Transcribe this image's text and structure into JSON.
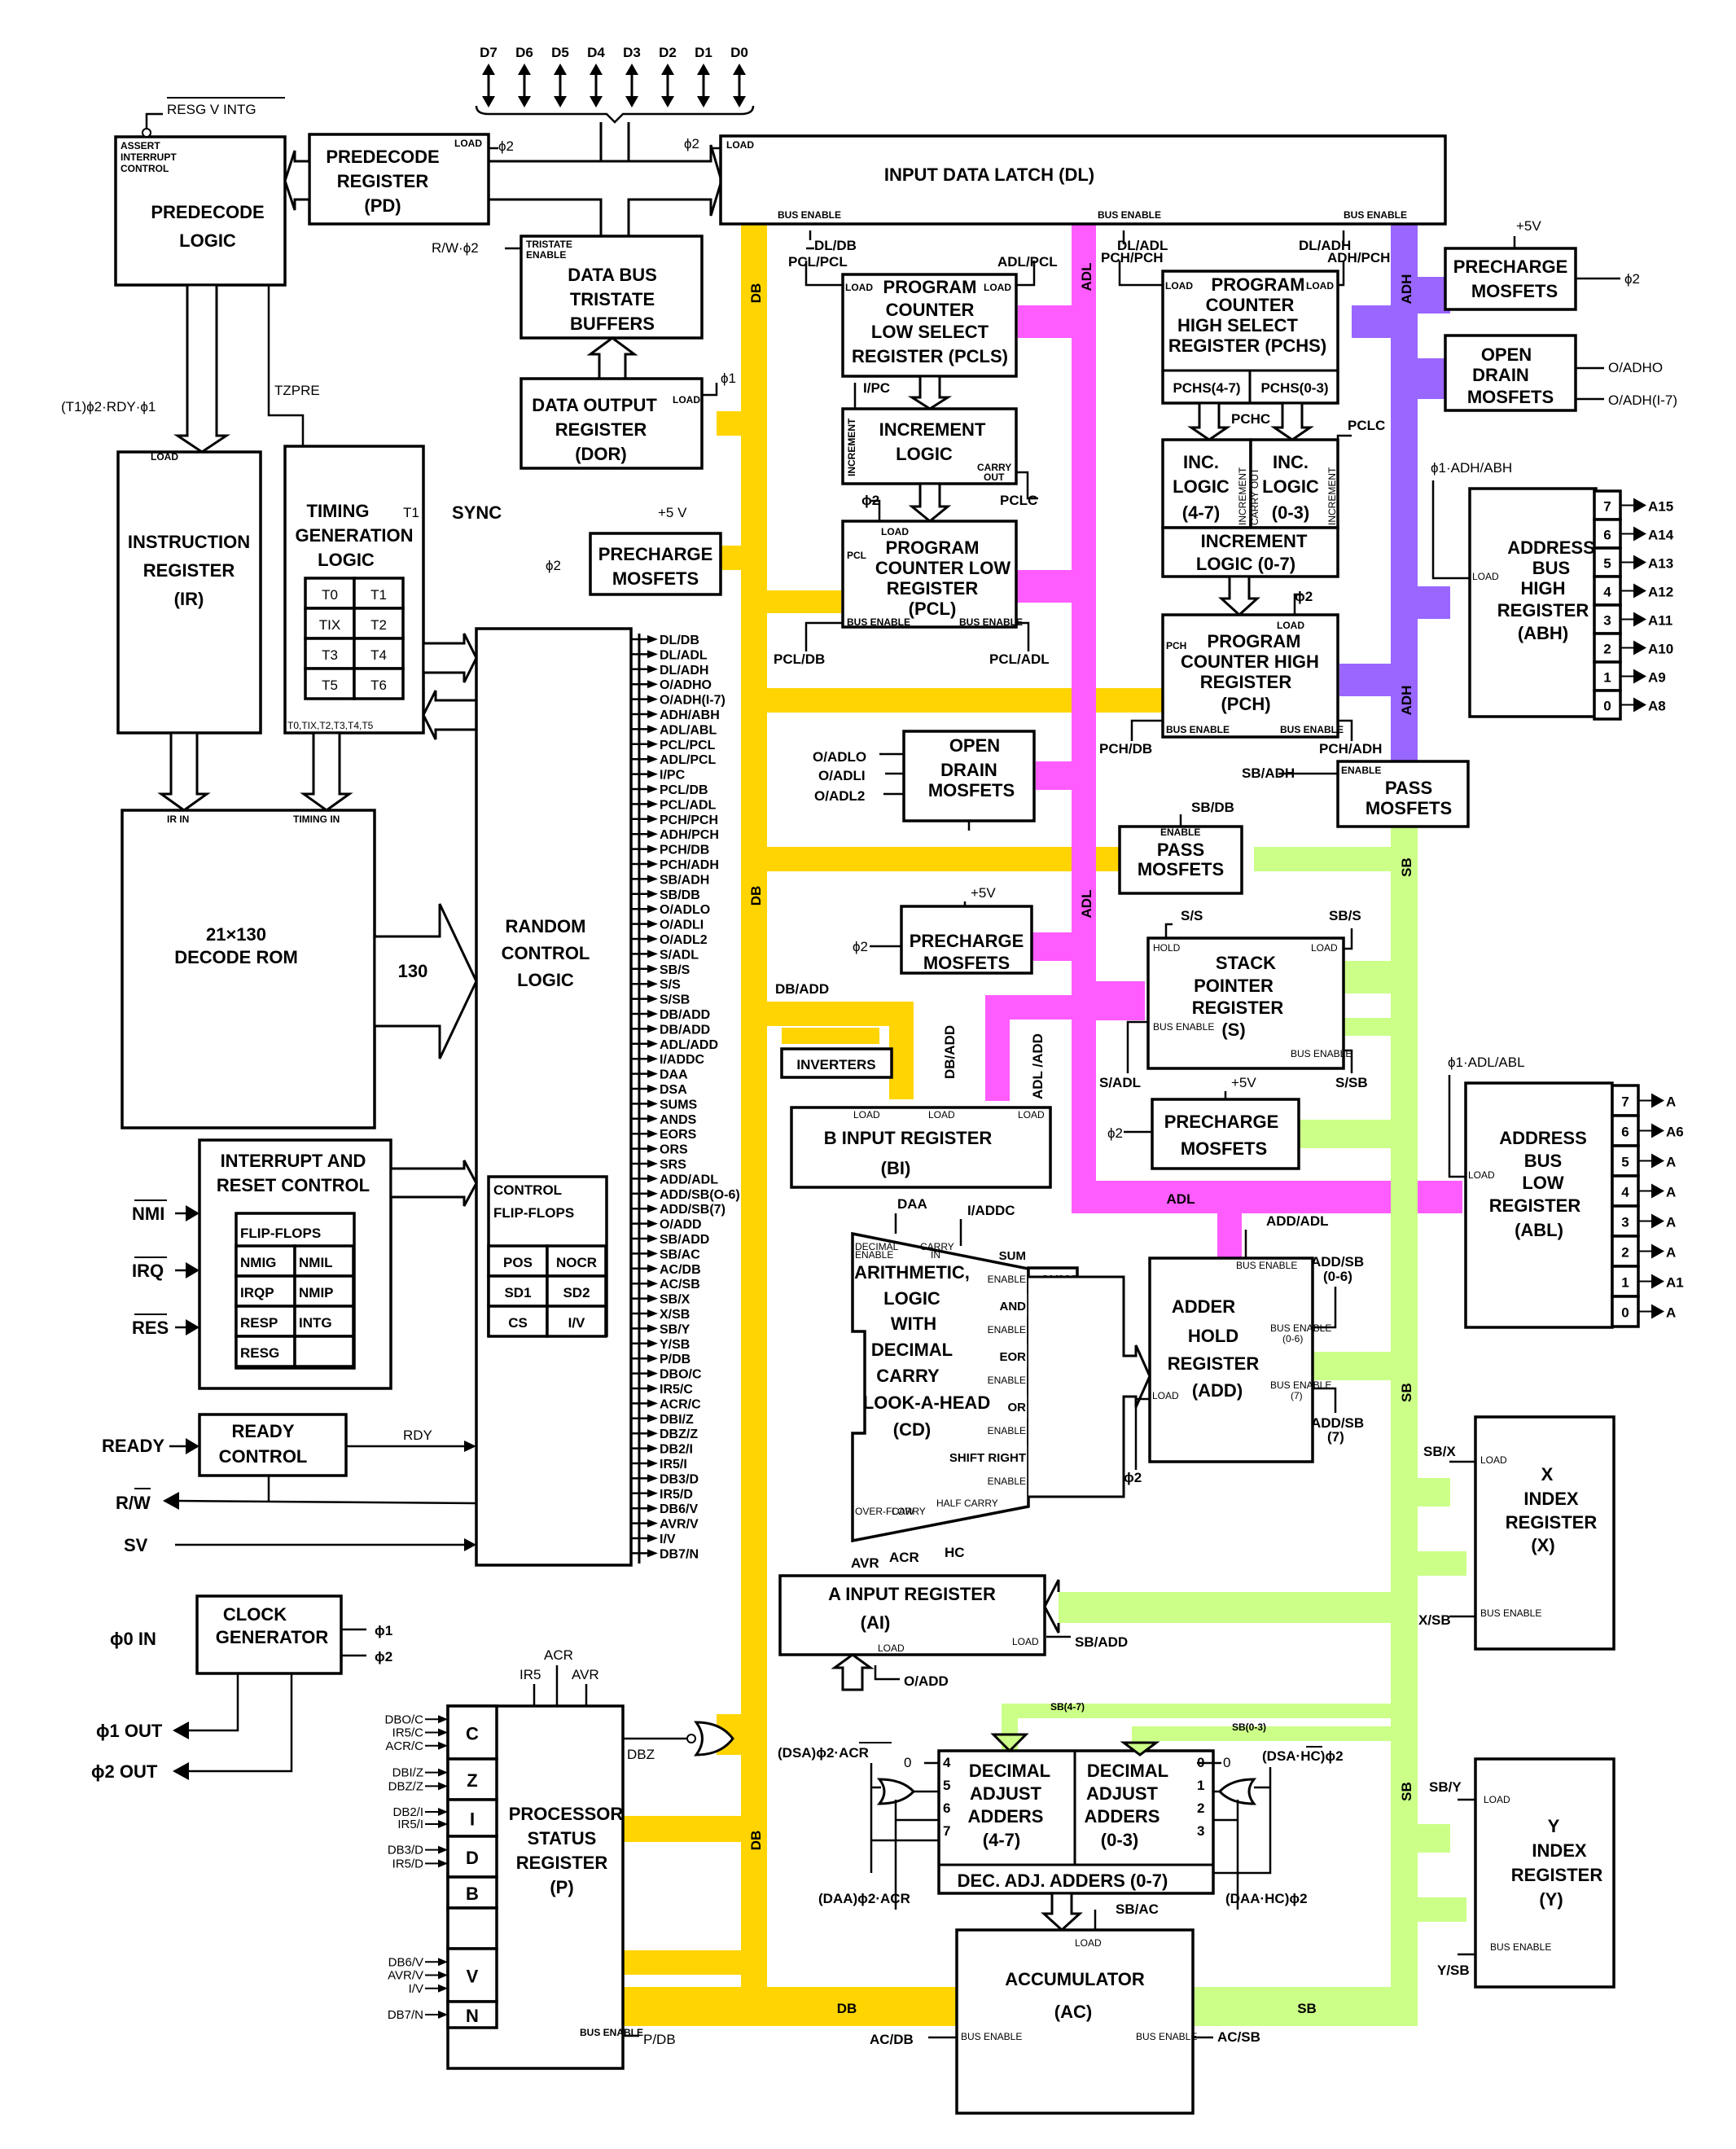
{
  "colors": {
    "db_bus": "#FFD400",
    "adl_bus": "#FF5CFF",
    "adh_bus": "#9966FF",
    "sb_bus": "#CCFF88"
  },
  "data_pins": [
    "D7",
    "D6",
    "D5",
    "D4",
    "D3",
    "D2",
    "D1",
    "D0"
  ],
  "buses": {
    "db": "DB",
    "adl": "ADL",
    "adh": "ADH",
    "sb": "SB"
  },
  "predecode_logic": {
    "inputs_label": "RESG V INTG",
    "assert_label": [
      "ASSERT",
      "INTERRUPT",
      "CONTROL"
    ],
    "title": [
      "PREDECODE",
      "LOGIC"
    ]
  },
  "predecode_register": {
    "title": [
      "PREDECODE",
      "REGISTER",
      "(PD)"
    ],
    "load": "LOAD",
    "clock": "ϕ2"
  },
  "input_data_latch": {
    "title": "INPUT DATA LATCH (DL)",
    "load": "LOAD",
    "clock": "ϕ2",
    "bus_enable": "BUS ENABLE",
    "sig_dl_db": "DL/DB",
    "sig_dl_adl": "DL/ADL",
    "sig_dl_adh": "DL/ADH"
  },
  "tristate": {
    "title": [
      "DATA BUS",
      "TRISTATE",
      "BUFFERS"
    ],
    "enable": [
      "TRISTATE",
      "ENABLE"
    ],
    "signal": "R/W·ϕ2"
  },
  "dor": {
    "title": [
      "DATA OUTPUT",
      "REGISTER",
      "(DOR)"
    ],
    "load": "LOAD",
    "clock": "ϕ1"
  },
  "ir": {
    "title": [
      "INSTRUCTION",
      "REGISTER",
      "(IR)"
    ],
    "load": "LOAD",
    "load_signal": "(T1)ϕ2·RDY·ϕ1"
  },
  "timing": {
    "title": [
      "TIMING",
      "GENERATION",
      "LOGIC"
    ],
    "tzpre": "TZPRE",
    "sync_label": "SYNC",
    "t1": "T1",
    "cells": [
      "T0",
      "T1",
      "TIX",
      "T2",
      "T3",
      "T4",
      "T5",
      "T6"
    ],
    "bottom": "T0,TIX,T2,T3,T4,T5"
  },
  "decode_rom": {
    "title": [
      "21×130",
      "DECODE ROM"
    ],
    "ir_in": "IR IN",
    "timing_in": "TIMING IN",
    "out_count": "130"
  },
  "random_control": {
    "title": [
      "RANDOM",
      "CONTROL",
      "LOGIC"
    ],
    "flipflops_title": [
      "CONTROL",
      "FLIP-FLOPS"
    ],
    "flipflops": [
      "POS",
      "NOCR",
      "SD1",
      "SD2",
      "CS",
      "I/V"
    ],
    "signals": [
      "DL/DB",
      "DL/ADL",
      "DL/ADH",
      "O/ADHO",
      "O/ADH(I-7)",
      "ADH/ABH",
      "ADL/ABL",
      "PCL/PCL",
      "ADL/PCL",
      "I/PC",
      "PCL/DB",
      "PCL/ADL",
      "PCH/PCH",
      "ADH/PCH",
      "PCH/DB",
      "PCH/ADH",
      "SB/ADH",
      "SB/DB",
      "O/ADLO",
      "O/ADLI",
      "O/ADL2",
      "S/ADL",
      "SB/S",
      "S/S",
      "S/SB",
      "DB/ADD",
      "DB/ADD",
      "ADL/ADD",
      "I/ADDC",
      "DAA",
      "DSA",
      "SUMS",
      "ANDS",
      "EORS",
      "ORS",
      "SRS",
      "ADD/ADL",
      "ADD/SB(O-6)",
      "ADD/SB(7)",
      "O/ADD",
      "SB/ADD",
      "SB/AC",
      "AC/DB",
      "AC/SB",
      "SB/X",
      "X/SB",
      "SB/Y",
      "Y/SB",
      "P/DB",
      "DBO/C",
      "IR5/C",
      "ACR/C",
      "DBI/Z",
      "DBZ/Z",
      "DB2/I",
      "IR5/I",
      "DB3/D",
      "IR5/D",
      "DB6/V",
      "AVR/V",
      "I/V",
      "DB7/N"
    ]
  },
  "interrupt": {
    "title": [
      "INTERRUPT AND",
      "RESET CONTROL"
    ],
    "ff_title": "FLIP-FLOPS",
    "flipflops": [
      "NMIG",
      "NMIL",
      "IRQP",
      "NMIP",
      "RESP",
      "INTG",
      "RESG",
      ""
    ],
    "inputs": [
      "NMI",
      "IRQ",
      "RES"
    ]
  },
  "ready": {
    "title": [
      "READY",
      "CONTROL"
    ],
    "input": "READY",
    "rdy": "RDY",
    "rw": "R/W",
    "sv": "SV"
  },
  "clock": {
    "title": [
      "CLOCK",
      "GENERATOR"
    ],
    "input": "ϕ0 IN",
    "out1": "ϕ1",
    "out2": "ϕ2",
    "out1_pin": "ϕ1 OUT",
    "out2_pin": "ϕ2 OUT"
  },
  "status": {
    "title": [
      "PROCESSOR",
      "STATUS",
      "REGISTER",
      "(P)"
    ],
    "flags": [
      "C",
      "Z",
      "I",
      "D",
      "B",
      "",
      "V",
      "N"
    ],
    "top_inputs": [
      "IR5",
      "ACR",
      "AVR"
    ],
    "dbz": "DBZ",
    "bus_enable": "BUS ENABLE",
    "p_db": "P/DB",
    "flag_inputs": {
      "C": [
        "DBO/C",
        "IR5/C",
        "ACR/C"
      ],
      "Z": [
        "DBI/Z",
        "DBZ/Z"
      ],
      "I": [
        "DB2/I",
        "IR5/I"
      ],
      "D": [
        "DB3/D",
        "IR5/D"
      ],
      "V": [
        "DB6/V",
        "AVR/V",
        "I/V"
      ],
      "N": [
        "DB7/N"
      ]
    }
  },
  "precharge_db": {
    "title": [
      "PRECHARGE",
      "MOSFETS"
    ],
    "v": "+5 V",
    "clk": "ϕ2"
  },
  "pcls": {
    "title": [
      "PROGRAM",
      "COUNTER",
      "LOW SELECT",
      "REGISTER (PCLS)"
    ],
    "load": "LOAD",
    "pcl_pcl": "PCL/PCL",
    "adl_pcl": "ADL/PCL",
    "i_pc": "I/PC"
  },
  "inc_low": {
    "title": [
      "INCREMENT",
      "LOGIC"
    ],
    "increment": "INCREMENT",
    "carry": [
      "CARRY",
      "OUT"
    ],
    "pclc": "PCLC",
    "clk": "ϕ2"
  },
  "pcl": {
    "title": [
      "PROGRAM",
      "COUNTER LOW",
      "REGISTER",
      "(PCL)"
    ],
    "load": "LOAD",
    "pcl": "PCL",
    "bus_enable": "BUS ENABLE",
    "pcl_db": "PCL/DB",
    "pcl_adl": "PCL/ADL"
  },
  "open_drain_adl": {
    "title": [
      "OPEN",
      "DRAIN",
      "MOSFETS"
    ],
    "inputs": [
      "O/ADLO",
      "O/ADLI",
      "O/ADL2"
    ]
  },
  "pchs": {
    "title": [
      "PROGRAM",
      "COUNTER",
      "HIGH SELECT",
      "REGISTER (PCHS)"
    ],
    "load": "LOAD",
    "pch_pch": "PCH/PCH",
    "adh_pch": "ADH/PCH",
    "halves": [
      "PCHS(4-7)",
      "PCHS(0-3)"
    ]
  },
  "inc_high": {
    "inc47": [
      "INC.",
      "LOGIC",
      "(4-7)"
    ],
    "inc03": [
      "INC.",
      "LOGIC",
      "(0-3)"
    ],
    "inc07": [
      "INCREMENT",
      "LOGIC (0-7)"
    ],
    "pchc": "PCHC",
    "pclc": "PCLC",
    "increment": "INCREMENT",
    "carry_out": "CARRY OUT",
    "clk": "ϕ2"
  },
  "pch": {
    "title": [
      "PROGRAM",
      "COUNTER HIGH",
      "REGISTER",
      "(PCH)"
    ],
    "load": "LOAD",
    "pch": "PCH",
    "bus_enable": "BUS ENABLE",
    "pch_db": "PCH/DB",
    "pch_adh": "PCH/ADH"
  },
  "precharge_adh": {
    "title": [
      "PRECHARGE",
      "MOSFETS"
    ],
    "v": "+5V",
    "clk": "ϕ2"
  },
  "open_drain_adh": {
    "title": [
      "OPEN",
      "DRAIN",
      "MOSFETS"
    ],
    "inputs": [
      "O/ADHO",
      "O/ADH(I-7)"
    ]
  },
  "abh": {
    "title": [
      "ADDRESS",
      "BUS",
      "HIGH",
      "REGISTER",
      "(ABH)"
    ],
    "load": "LOAD",
    "load_signal": "ϕ1·ADH/ABH",
    "bits": [
      "7",
      "6",
      "5",
      "4",
      "3",
      "2",
      "1",
      "0"
    ],
    "pins": [
      "A15",
      "A14",
      "A13",
      "A12",
      "A11",
      "A10",
      "A9",
      "A8"
    ]
  },
  "pass_adh": {
    "title": [
      "PASS",
      "MOSFETS"
    ],
    "enable": "ENABLE",
    "signal": "SB/ADH"
  },
  "pass_db": {
    "title": [
      "PASS",
      "MOSFETS"
    ],
    "enable": "ENABLE",
    "signal": "SB/DB"
  },
  "precharge_adl": {
    "title": [
      "PRECHARGE",
      "MOSFETS"
    ],
    "v": "+5V",
    "clk": "ϕ2"
  },
  "stack": {
    "title": [
      "STACK",
      "POINTER",
      "REGISTER",
      "(S)"
    ],
    "hold": "HOLD",
    "load": "LOAD",
    "bus_enable": "BUS ENABLE",
    "s_s": "S/S",
    "sb_s": "SB/S",
    "s_adl": "S/ADL",
    "s_sb": "S/SB"
  },
  "precharge_sb": {
    "title": [
      "PRECHARGE",
      "MOSFETS"
    ],
    "v": "+5V",
    "clk": "ϕ2"
  },
  "abl": {
    "title": [
      "ADDRESS",
      "BUS",
      "LOW",
      "REGISTER",
      "(ABL)"
    ],
    "load": "LOAD",
    "load_signal": "ϕ1·ADL/ABL",
    "bits": [
      "7",
      "6",
      "5",
      "4",
      "3",
      "2",
      "1",
      "0"
    ],
    "pins": [
      "A",
      "A6",
      "A",
      "A",
      "A",
      "A",
      "A1",
      "A"
    ]
  },
  "b_input": {
    "title": [
      "B INPUT REGISTER",
      "(BI)"
    ],
    "load": "LOAD",
    "inverters": "INVERTERS",
    "db_add": "DB/ADD",
    "db_add2": "DB/ADD",
    "adl_add": "ADL /ADD"
  },
  "alu": {
    "title": [
      "ARITHMETIC,",
      "LOGIC",
      "WITH",
      "DECIMAL",
      "CARRY",
      "LOOK-A-HEAD",
      "(CD)"
    ],
    "decimal_enable": [
      "DECIMAL",
      "ENABLE"
    ],
    "carry_in": [
      "CARRY",
      "IN"
    ],
    "daa": "DAA",
    "i_addc": "I/ADDC",
    "ops": [
      "SUM",
      "AND",
      "EOR",
      "OR",
      "SHIFT RIGHT"
    ],
    "enable": "ENABLE",
    "op_signals": [
      "SUMS",
      "ANDS",
      "EORS",
      "ORS",
      "SRS"
    ],
    "outputs": [
      "OVER-FLOW",
      "CARRY",
      "HALF CARRY"
    ],
    "out_signals": [
      "AVR",
      "ACR",
      "HC"
    ]
  },
  "adder_hold": {
    "title": [
      "ADDER",
      "HOLD",
      "REGISTER",
      "(ADD)"
    ],
    "bus_enable": "BUS ENABLE",
    "load": "LOAD",
    "add_adl": "ADD/ADL",
    "add_sb06": [
      "ADD/SB",
      "(0-6)"
    ],
    "add_sb7": [
      "ADD/SB",
      "(7)"
    ],
    "be06": "(0-6)",
    "be7": "(7)",
    "clk": "ϕ2"
  },
  "x_reg": {
    "title": [
      "X",
      "INDEX",
      "REGISTER",
      "(X)"
    ],
    "load": "LOAD",
    "bus_enable": "BUS ENABLE",
    "sb_x": "SB/X",
    "x_sb": "X/SB"
  },
  "a_input": {
    "title": [
      "A INPUT REGISTER",
      "(AI)"
    ],
    "load": "LOAD",
    "sb_add": "SB/ADD",
    "o_add": "O/ADD"
  },
  "decimal_adjust": {
    "high": [
      "DECIMAL",
      "ADJUST",
      "ADDERS",
      "(4-7)"
    ],
    "low": [
      "DECIMAL",
      "ADJUST",
      "ADDERS",
      "(0-3)"
    ],
    "bottom": "DEC. ADJ. ADDERS (0-7)",
    "sb47": "SB(4-7)",
    "sb03": "SB(0-3)",
    "left_top": "(DSA)ϕ2·ACR",
    "left_bottom": "(DAA)ϕ2·ACR",
    "right_top": "(DSA·HC)ϕ2",
    "right_bottom": "(DAA·HC)ϕ2",
    "bits_left": [
      "4",
      "5",
      "6",
      "7"
    ],
    "bits_right": [
      "0",
      "1",
      "2",
      "3"
    ],
    "zero": "0"
  },
  "y_reg": {
    "title": [
      "Y",
      "INDEX",
      "REGISTER",
      "(Y)"
    ],
    "load": "LOAD",
    "bus_enable": "BUS ENABLE",
    "sb_y": "SB/Y",
    "y_sb": "Y/SB"
  },
  "accumulator": {
    "title": [
      "ACCUMULATOR",
      "(AC)"
    ],
    "load": "LOAD",
    "bus_enable": "BUS ENABLE",
    "sb_ac": "SB/AC",
    "ac_db": "AC/DB",
    "ac_sb": "AC/SB"
  }
}
